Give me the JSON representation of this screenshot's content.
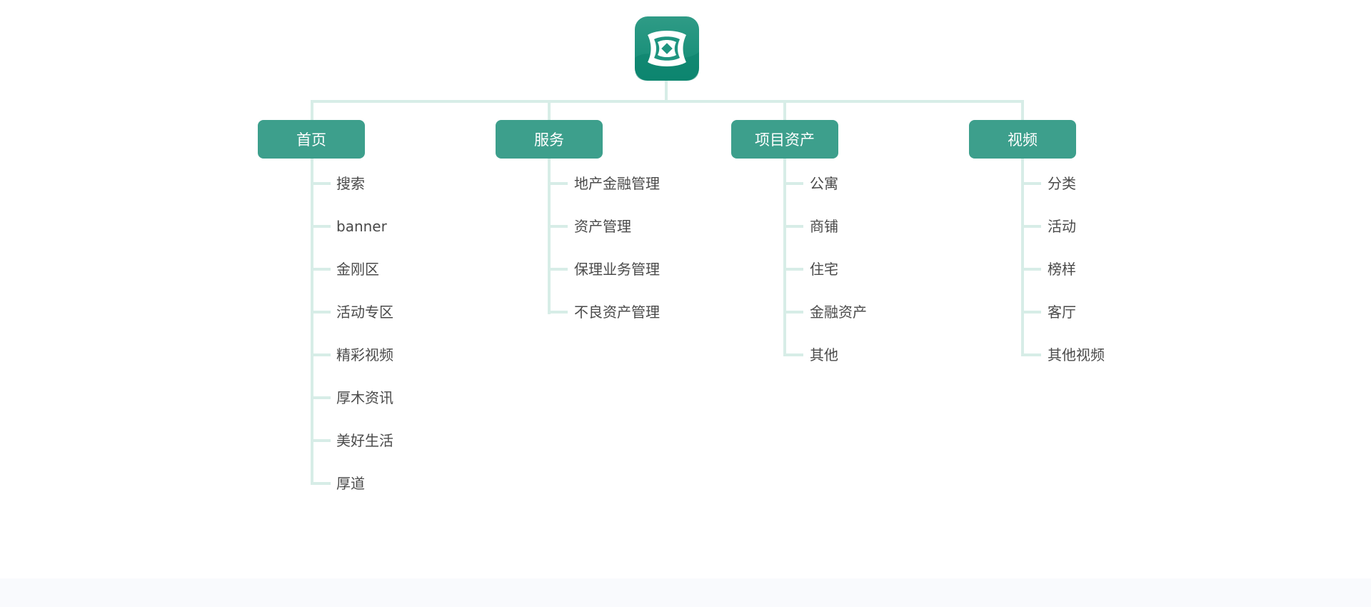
{
  "root": {
    "icon": "app-logo-icon"
  },
  "categories": [
    {
      "label": "首页",
      "items": [
        "搜索",
        "banner",
        "金刚区",
        "活动专区",
        "精彩视频",
        "厚木资讯",
        "美好生活",
        "厚道"
      ]
    },
    {
      "label": "服务",
      "items": [
        "地产金融管理",
        "资产管理",
        "保理业务管理",
        "不良资产管理"
      ]
    },
    {
      "label": "项目资产",
      "items": [
        "公寓",
        "商铺",
        "住宅",
        "金融资产",
        "其他"
      ]
    },
    {
      "label": "视频",
      "items": [
        "分类",
        "活动",
        "榜样",
        "客厅",
        "其他视频"
      ]
    }
  ],
  "colors": {
    "accent": "#3d9f8c",
    "line": "#d7ede7",
    "text": "#4a4a4a",
    "footer": "#f9fafd"
  }
}
